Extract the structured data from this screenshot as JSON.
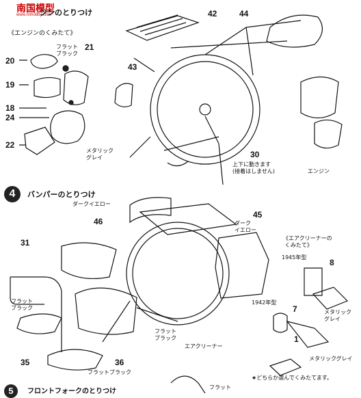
{
  "watermark": {
    "brand": "南国模型",
    "url": "www.nnhobby.com"
  },
  "step3": {
    "title": "ジンのとりつけ",
    "subtitle": "《エンジンのくみたて》",
    "parts": {
      "p20": "20",
      "p21": "21",
      "p19": "19",
      "p18": "18",
      "p24": "24",
      "p22": "22",
      "p42": "42",
      "p44": "44",
      "p43": "43",
      "p30": "30"
    },
    "paint_flat_black": "フラット\nブラック",
    "paint_metallic_grey": "メタリック\nグレイ",
    "note_30": "上下に動きます\n(接着はしません)",
    "engine_label": "エンジン"
  },
  "step4": {
    "number": "4",
    "title": "バンパーのとりつけ",
    "parts": {
      "p46": "46",
      "p45": "45",
      "p31": "31",
      "p35": "35",
      "p36": "36",
      "p8": "8",
      "p7": "7",
      "p1": "1"
    },
    "paint_dark_yellow": "ダークイエロー",
    "paint_dark_yellow_45": "ダーク\nイエロー",
    "paint_flat_black_31": "フラット\nブラック",
    "paint_flat_black_center": "フラット\nブラック",
    "paint_flat_black_36": "フラットブラック",
    "air_cleaner_label": "エアクリーナー",
    "air_cleaner_subtitle": "《エアクリーナーの\n くみたて》",
    "year_1945": "1945年型",
    "year_1942": "1942年型",
    "paint_metallic_grey_8": "メタリック\nグレイ",
    "paint_metallic_grey_1": "メタリックグレイ",
    "note_choose": "★どちらか選んでくみたてます。"
  },
  "step5": {
    "number": "5",
    "title_partial": "フロントフォークのとりつけ",
    "paint_flat": "フラット"
  }
}
